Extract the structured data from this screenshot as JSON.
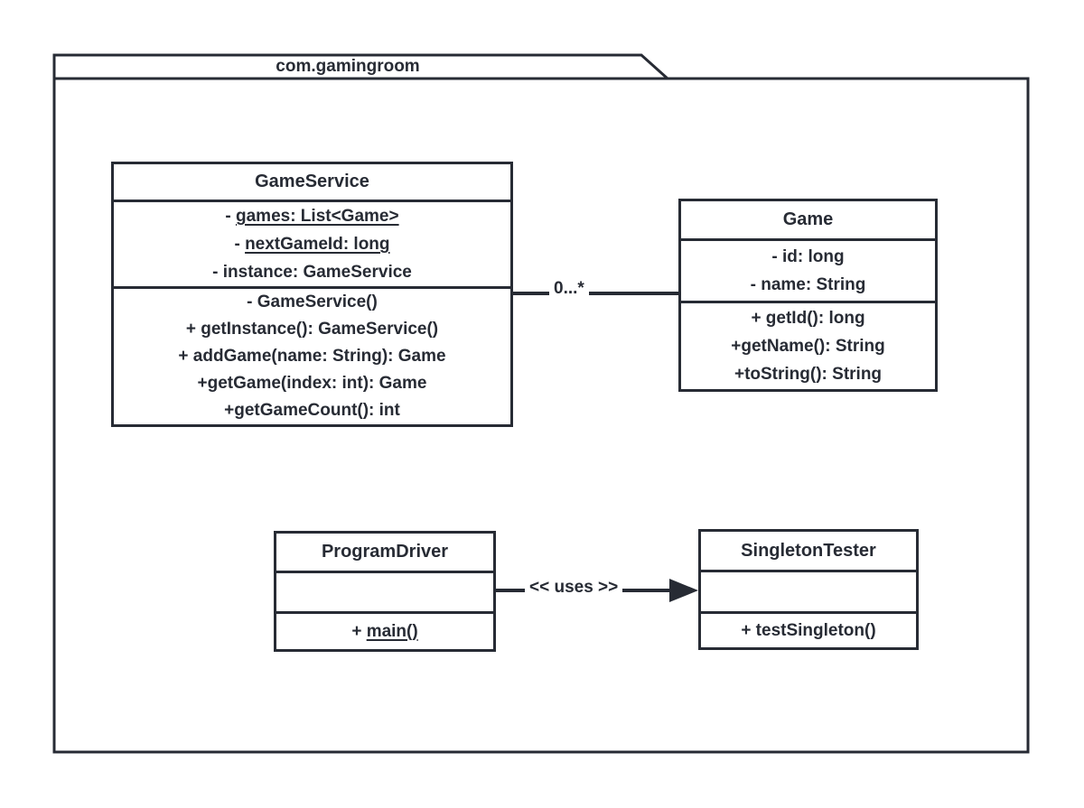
{
  "package": {
    "name": "com.gamingroom"
  },
  "classes": {
    "game_service": {
      "title": "GameService",
      "attributes": [
        {
          "prefix": "- ",
          "text": "games: List<Game>"
        },
        {
          "prefix": "- ",
          "text": "nextGameId: long"
        },
        {
          "prefix": "",
          "text": "- instance: GameService"
        }
      ],
      "methods": [
        {
          "prefix": "",
          "text": "- GameService()"
        },
        {
          "prefix": "",
          "text": "+ getInstance(): GameService()"
        },
        {
          "prefix": "",
          "text": "+ addGame(name: String): Game"
        },
        {
          "prefix": "",
          "text": "+getGame(index: int): Game"
        },
        {
          "prefix": "",
          "text": "+getGameCount(): int"
        }
      ]
    },
    "game": {
      "title": "Game",
      "attributes": [
        {
          "prefix": "",
          "text": "- id: long"
        },
        {
          "prefix": "",
          "text": "- name: String"
        }
      ],
      "methods": [
        {
          "prefix": "",
          "text": "+ getId(): long"
        },
        {
          "prefix": "",
          "text": "+getName(): String"
        },
        {
          "prefix": "",
          "text": "+toString(): String"
        }
      ]
    },
    "program_driver": {
      "title": "ProgramDriver",
      "methods": [
        {
          "prefix": "+ ",
          "text": "main()"
        }
      ]
    },
    "singleton_tester": {
      "title": "SingletonTester",
      "methods": [
        {
          "prefix": "",
          "text": "+ testSingleton()"
        }
      ]
    }
  },
  "relations": {
    "game_service_to_game": {
      "multiplicity": "0...*"
    },
    "program_driver_to_singleton_tester": {
      "stereotype": "<< uses >>"
    }
  },
  "colors": {
    "line": "#272b34",
    "background": "#ffffff"
  }
}
